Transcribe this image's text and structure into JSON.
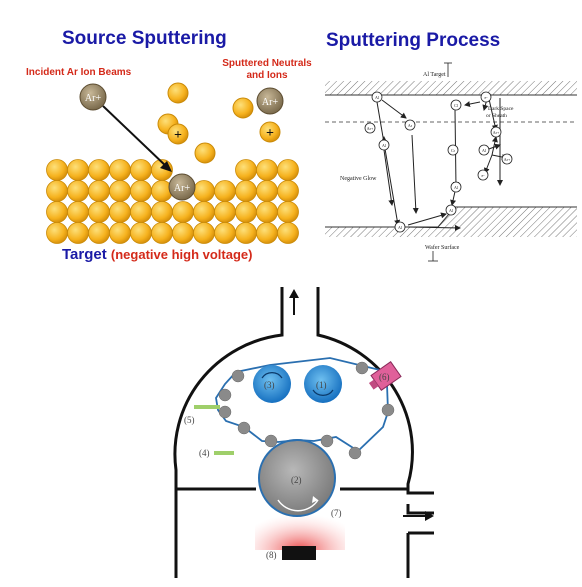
{
  "source_sputtering": {
    "title": "Source Sputtering",
    "incident_label": "Incident Ar Ion Beams",
    "sputtered_label_line1": "Sputtered Neutrals",
    "sputtered_label_line2": "and Ions",
    "ion_label": "Ar+",
    "plus_sign": "+",
    "target_label": "Target",
    "target_note": "(negative high voltage)",
    "colors": {
      "atom": "#f6b21e",
      "atom_stroke": "#c98a08",
      "ion": "#8c7a5c",
      "title": "#1a1aa6",
      "label_red": "#d42a1a"
    }
  },
  "sputtering_process": {
    "title": "Sputtering Process",
    "al_target": "Al Target",
    "dark_space_line1": "Dark Space",
    "dark_space_line2": "or Sheath",
    "negative_glow": "Negative Glow",
    "wafer_surface": "Wafer Surface",
    "particles": {
      "al": "Al",
      "ar": "Ar",
      "ar_plus": "Ar+",
      "cl": "Cl",
      "cr": "Cr",
      "e_minus": "e-"
    }
  },
  "roll_coater": {
    "labels": [
      "(1)",
      "(2)",
      "(3)",
      "(4)",
      "(5)",
      "(6)",
      "(7)",
      "(8)"
    ],
    "colors": {
      "drum_blue": "#1e88d8",
      "roller_gray": "#8a8a8a",
      "web_blue": "#2a6fb0",
      "source_pink": "#e0609a",
      "heater_red": "#e85050",
      "gas_green": "#9fcf6a"
    }
  }
}
